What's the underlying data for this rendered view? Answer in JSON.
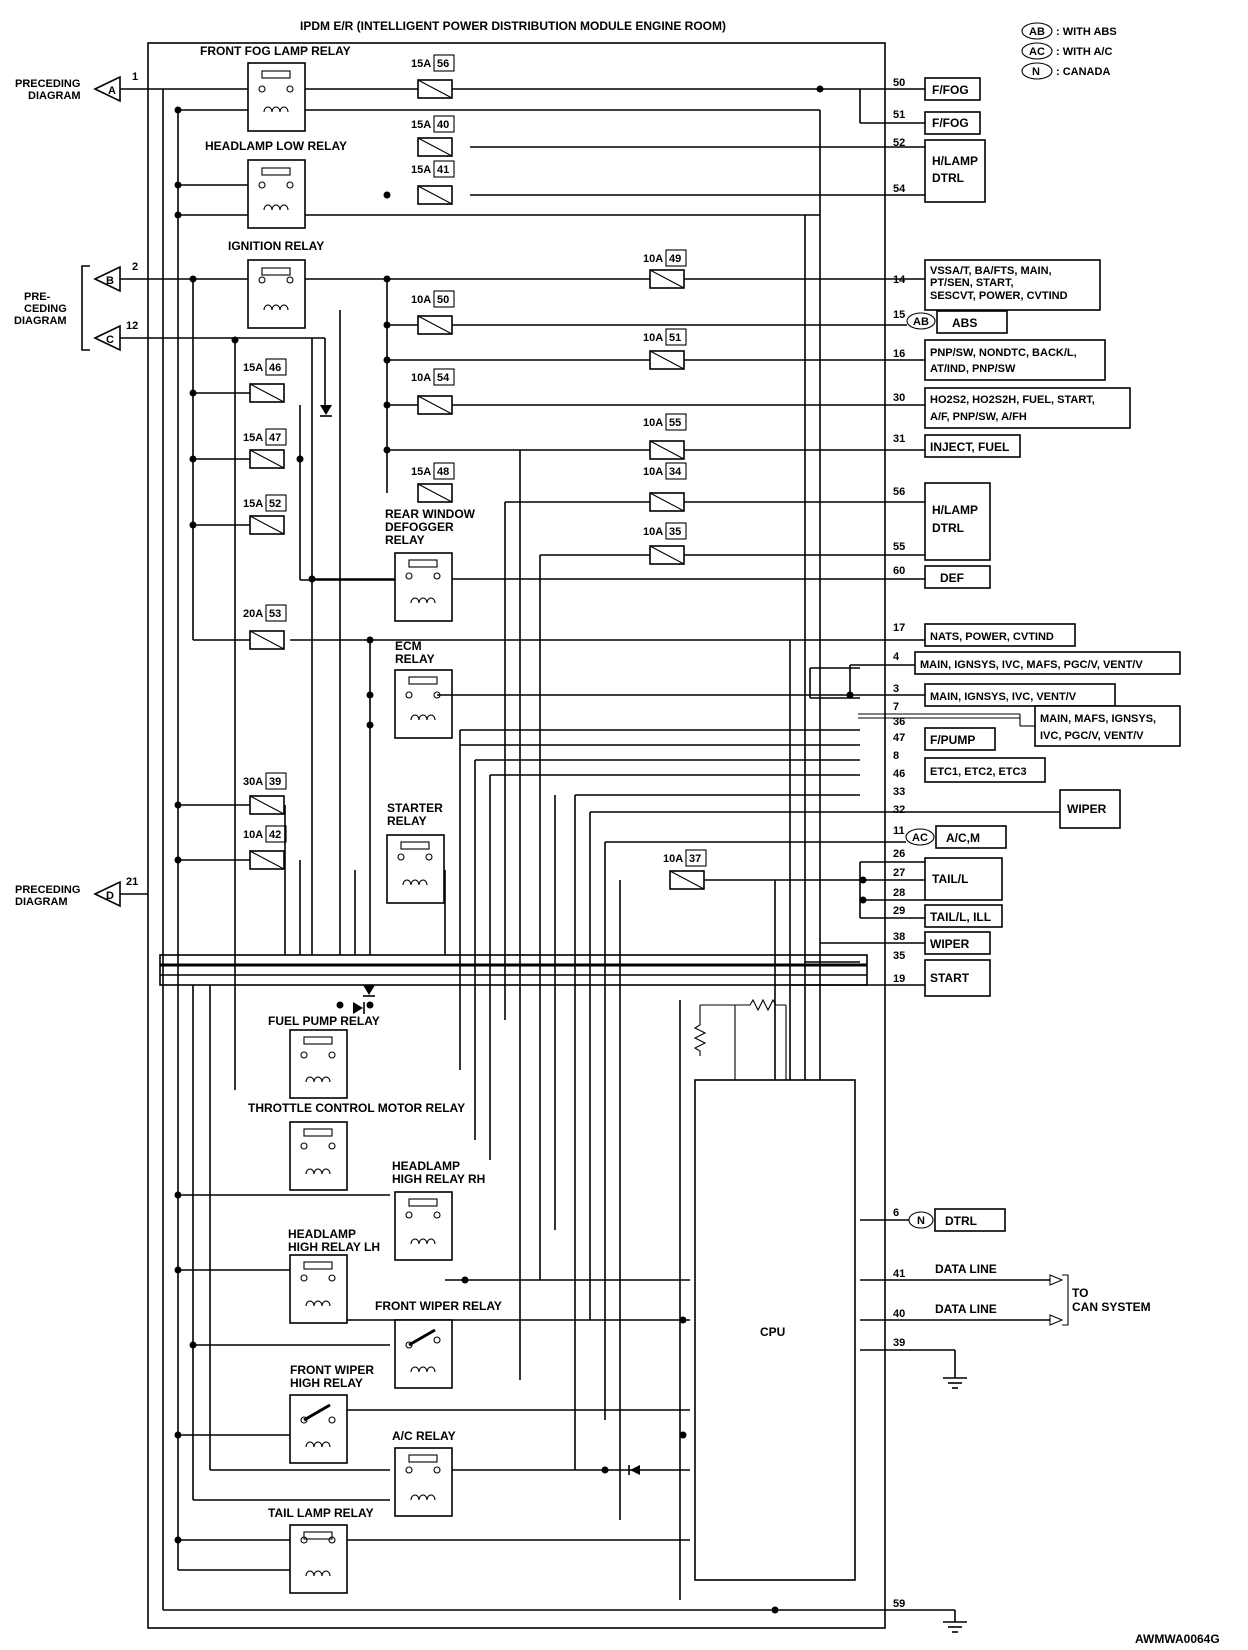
{
  "module_title": "IPDM E/R (INTELLIGENT POWER DISTRIBUTION MODULE ENGINE ROOM)",
  "legend": [
    {
      "symbol": "AB",
      "text": ": WITH ABS"
    },
    {
      "symbol": "AC",
      "text": ": WITH A/C"
    },
    {
      "symbol": "N",
      "text": ": CANADA"
    }
  ],
  "connectors": [
    {
      "id": "A",
      "label": "PRECEDING DIAGRAM",
      "pin": "1"
    },
    {
      "id": "B",
      "label": "PRE-CEDING DIAGRAM",
      "pin": "2"
    },
    {
      "id": "C",
      "label": "PRE-CEDING DIAGRAM",
      "pin": "12"
    },
    {
      "id": "D",
      "label": "PRECEDING DIAGRAM",
      "pin": "21"
    }
  ],
  "relays": [
    "FRONT FOG LAMP RELAY",
    "HEADLAMP LOW RELAY",
    "IGNITION RELAY",
    "REAR WINDOW DEFOGGER RELAY",
    "ECM RELAY",
    "STARTER RELAY",
    "FUEL PUMP RELAY",
    "THROTTLE CONTROL MOTOR RELAY",
    "HEADLAMP HIGH RELAY RH",
    "HEADLAMP HIGH RELAY LH",
    "FRONT WIPER RELAY",
    "FRONT WIPER HIGH RELAY",
    "A/C RELAY",
    "TAIL LAMP RELAY"
  ],
  "fuses": [
    {
      "rating": "15A",
      "num": "56"
    },
    {
      "rating": "15A",
      "num": "40"
    },
    {
      "rating": "15A",
      "num": "41"
    },
    {
      "rating": "10A",
      "num": "49"
    },
    {
      "rating": "10A",
      "num": "50"
    },
    {
      "rating": "10A",
      "num": "51"
    },
    {
      "rating": "15A",
      "num": "46"
    },
    {
      "rating": "10A",
      "num": "54"
    },
    {
      "rating": "15A",
      "num": "47"
    },
    {
      "rating": "10A",
      "num": "55"
    },
    {
      "rating": "15A",
      "num": "48"
    },
    {
      "rating": "10A",
      "num": "34"
    },
    {
      "rating": "15A",
      "num": "52"
    },
    {
      "rating": "10A",
      "num": "35"
    },
    {
      "rating": "20A",
      "num": "53"
    },
    {
      "rating": "30A",
      "num": "39"
    },
    {
      "rating": "10A",
      "num": "42"
    },
    {
      "rating": "10A",
      "num": "37"
    }
  ],
  "outputs": [
    {
      "pin": "50",
      "label": "F/FOG"
    },
    {
      "pin": "51",
      "label": "F/FOG"
    },
    {
      "pin": "52",
      "label": ""
    },
    {
      "pin": "54",
      "label": "H/LAMP DTRL"
    },
    {
      "pin": "14",
      "label": "VSSA/T, BA/FTS, MAIN, PT/SEN, START, SESCVT, POWER, CVTIND"
    },
    {
      "pin": "15",
      "label": "ABS",
      "option": "AB"
    },
    {
      "pin": "16",
      "label": "PNP/SW, NONDTC, BACK/L, AT/IND, PNP/SW"
    },
    {
      "pin": "30",
      "label": "HO2S2, HO2S2H, FUEL, START, A/F, PNP/SW, A/FH"
    },
    {
      "pin": "31",
      "label": "INJECT, FUEL"
    },
    {
      "pin": "56",
      "label": "H/LAMP DTRL"
    },
    {
      "pin": "55",
      "label": ""
    },
    {
      "pin": "60",
      "label": "DEF"
    },
    {
      "pin": "17",
      "label": "NATS, POWER, CVTIND"
    },
    {
      "pin": "4",
      "label": "MAIN, IGNSYS, IVC, MAFS, PGC/V, VENT/V"
    },
    {
      "pin": "3",
      "label": "MAIN, IGNSYS, IVC, VENT/V"
    },
    {
      "pin": "7",
      "label": "MAIN, MAFS, IGNSYS, IVC, PGC/V, VENT/V"
    },
    {
      "pin": "36",
      "label": ""
    },
    {
      "pin": "47",
      "label": "F/PUMP"
    },
    {
      "pin": "8",
      "label": ""
    },
    {
      "pin": "46",
      "label": "ETC1, ETC2, ETC3"
    },
    {
      "pin": "33",
      "label": ""
    },
    {
      "pin": "32",
      "label": "WIPER"
    },
    {
      "pin": "11",
      "label": "A/C,M",
      "option": "AC"
    },
    {
      "pin": "26",
      "label": ""
    },
    {
      "pin": "27",
      "label": "TAIL/L"
    },
    {
      "pin": "28",
      "label": ""
    },
    {
      "pin": "29",
      "label": "TAIL/L, ILL"
    },
    {
      "pin": "38",
      "label": "WIPER"
    },
    {
      "pin": "35",
      "label": ""
    },
    {
      "pin": "19",
      "label": "START"
    },
    {
      "pin": "6",
      "label": "DTRL",
      "option": "N"
    },
    {
      "pin": "41",
      "label": "DATA LINE"
    },
    {
      "pin": "40",
      "label": "DATA LINE"
    },
    {
      "pin": "39",
      "label": ""
    },
    {
      "pin": "59",
      "label": ""
    }
  ],
  "can_label": "TO CAN SYSTEM",
  "cpu_label": "CPU",
  "diagram_code": "AWMWA0064G"
}
